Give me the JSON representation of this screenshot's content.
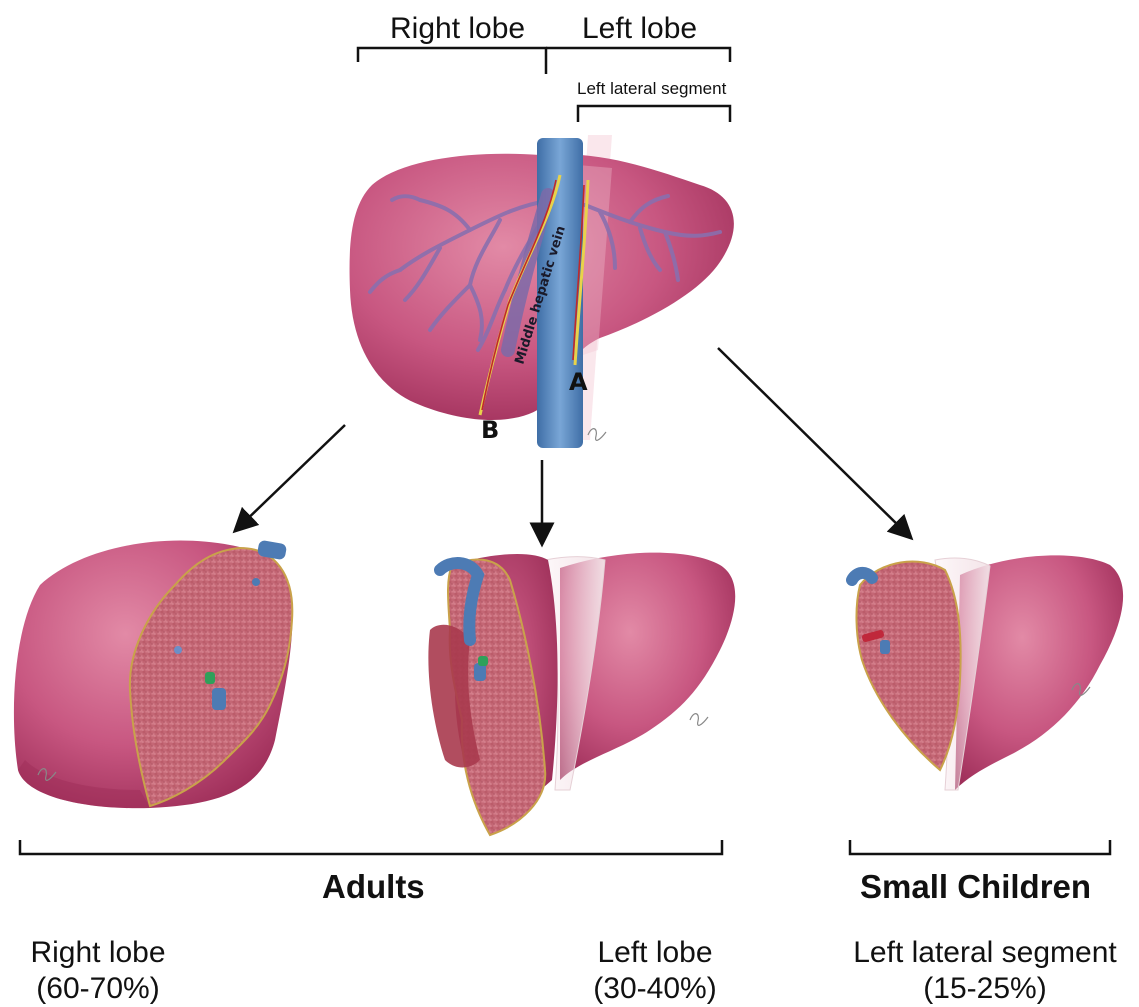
{
  "top_labels": {
    "right_lobe": "Right lobe",
    "left_lobe": "Left lobe",
    "left_lateral_segment": "Left lateral segment"
  },
  "liver_annotations": {
    "middle_hepatic_vein": "Middle hepatic vein",
    "line_a": "A",
    "line_b": "B"
  },
  "groups": {
    "adults": "Adults",
    "small_children": "Small Children"
  },
  "captions": [
    {
      "name": "Right lobe",
      "percent": "(60-70%)"
    },
    {
      "name": "Left lobe",
      "percent": "(30-40%)"
    },
    {
      "name": "Left lateral segment",
      "percent": "(15-25%)"
    }
  ],
  "colors": {
    "liver": "#c44d79",
    "liver_dark": "#9e2c57",
    "vein": "#5b86b8",
    "cut_surface": "#c96a78",
    "cut_edge": "#c9a24a",
    "branches": "#8a6fae",
    "cut_line": "#e8d34a"
  }
}
